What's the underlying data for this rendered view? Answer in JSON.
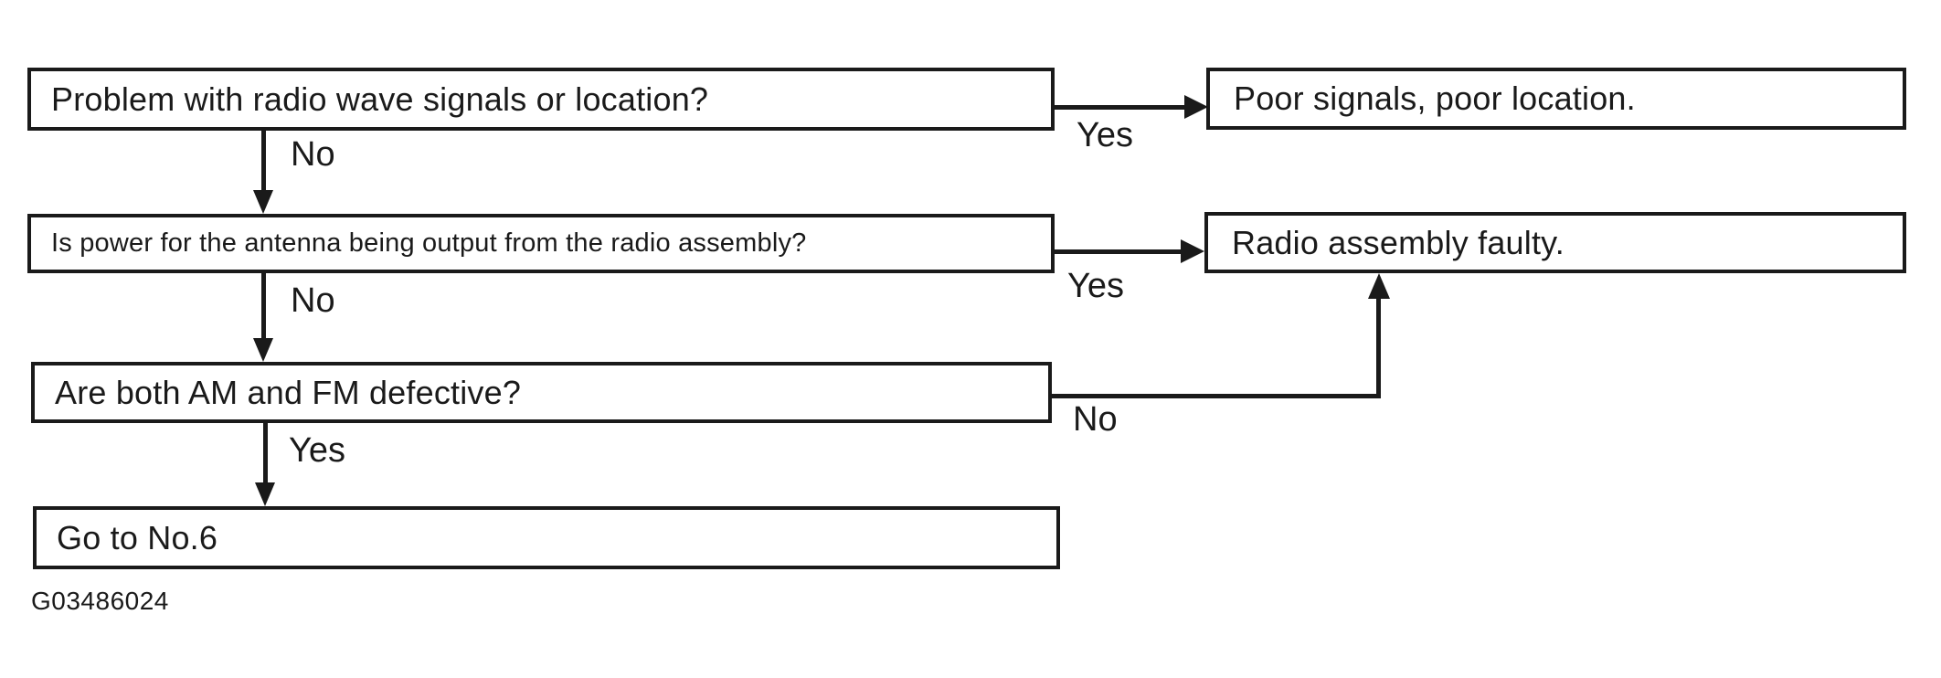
{
  "diagram": {
    "figure_code": "G03486024",
    "colors": {
      "ink": "#1a1a1a",
      "background": "#ffffff"
    },
    "nodes": {
      "q1": {
        "label": "Problem with radio wave signals or location?",
        "type": "question"
      },
      "r1": {
        "label": "Poor signals, poor location.",
        "type": "result"
      },
      "q2": {
        "label": "Is power for the antenna being output from the radio assembly?",
        "type": "question"
      },
      "r2": {
        "label": "Radio assembly faulty.",
        "type": "result"
      },
      "q3": {
        "label": "Are both AM and FM defective?",
        "type": "question"
      },
      "q4": {
        "label": "Go to No.6",
        "type": "terminal"
      }
    },
    "edges": {
      "q1_yes": {
        "label": "Yes",
        "from": "q1",
        "to": "r1"
      },
      "q1_no": {
        "label": "No",
        "from": "q1",
        "to": "q2"
      },
      "q2_yes": {
        "label": "Yes",
        "from": "q2",
        "to": "r2"
      },
      "q2_no": {
        "label": "No",
        "from": "q2",
        "to": "q3"
      },
      "q3_no": {
        "label": "No",
        "from": "q3",
        "to": "r2"
      },
      "q3_yes": {
        "label": "Yes",
        "from": "q3",
        "to": "q4"
      }
    }
  }
}
